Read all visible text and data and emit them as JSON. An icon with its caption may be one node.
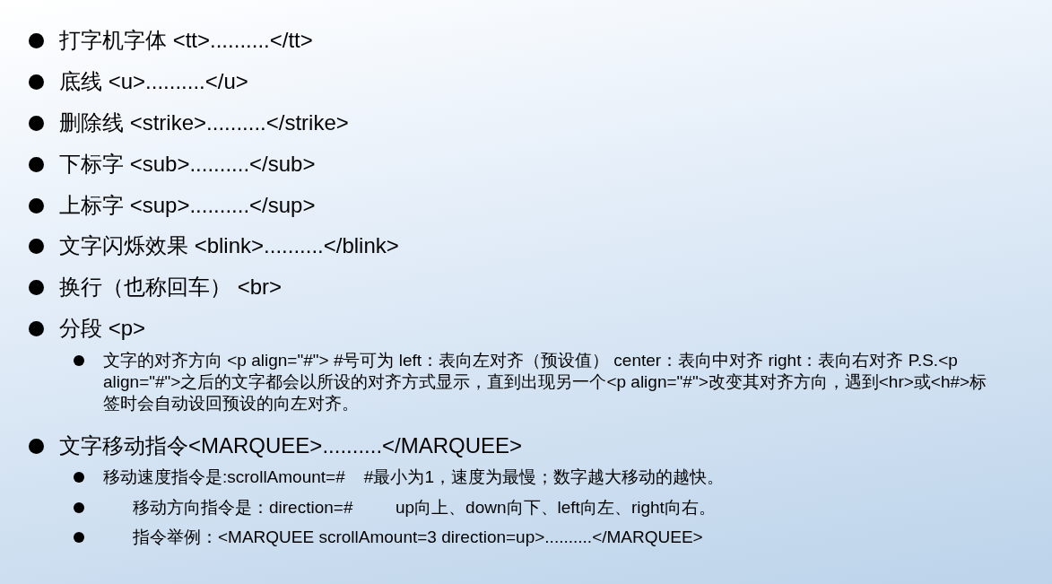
{
  "diagram": {
    "labels": [
      "打字机字体 <tt>..........</tt>",
      "底线 <u>..........</u>",
      "删除线 <strike>..........</strike>",
      "下标字 <sub>..........</sub>",
      "上标字 <sup>..........</sup>",
      "文字闪烁效果 <blink>..........</blink>",
      "换行（也称回车） <br>",
      "分段 <p>",
      "文字的对齐方向 <p align=\"#\"> #号可为 left：表向左对齐（预设值） center：表向中对齐 right：表向右对齐 P.S.<p align=\"#\">之后的文字都会以所设的对齐方式显示，直到出现另一个<p align=\"#\">改变其对齐方向，遇到<hr>或<h#>标签时会自动设回预设的向左对齐。",
      "文字移动指令<MARQUEE>..........</MARQUEE>",
      "移动速度指令是:scrollAmount=#    #最小为1，速度为最慢；数字越大移动的越快。",
      "移动方向指令是：direction=#         up向上、down向下、left向左、right向右。",
      "指令举例：<MARQUEE scrollAmount=3 direction=up>..........</MARQUEE>"
    ]
  }
}
